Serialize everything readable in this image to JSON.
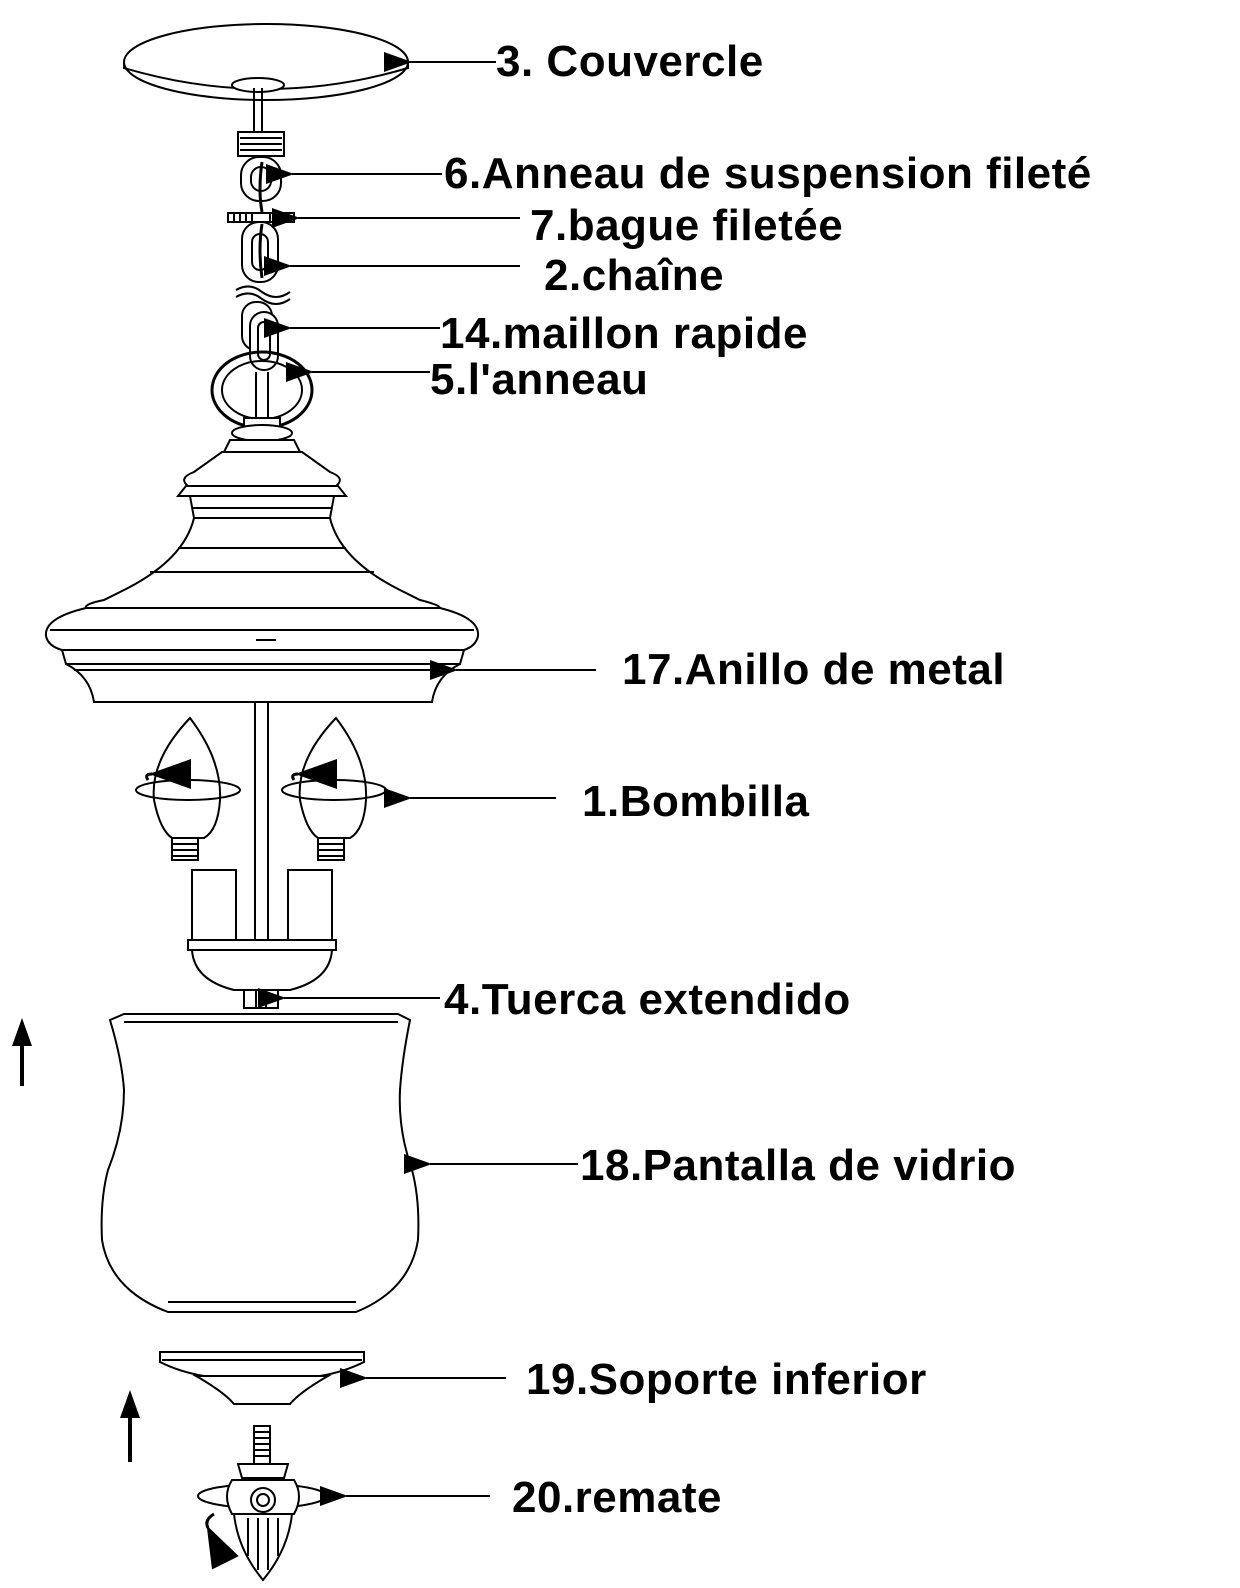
{
  "parts": [
    {
      "id": "couvercle",
      "label": "3. Couvercle"
    },
    {
      "id": "anneau-suspension",
      "label": "6.Anneau de suspension fileté"
    },
    {
      "id": "bague",
      "label": "7.bague filetée"
    },
    {
      "id": "chaine",
      "label": "2.chaîne"
    },
    {
      "id": "maillon",
      "label": "14.maillon rapide"
    },
    {
      "id": "anneau",
      "label": "5.l'anneau"
    },
    {
      "id": "anillo",
      "label": "17.Anillo de metal"
    },
    {
      "id": "bombilla",
      "label": "1.Bombilla"
    },
    {
      "id": "tuerca",
      "label": "4.Tuerca extendido"
    },
    {
      "id": "pantalla",
      "label": "18.Pantalla de vidrio"
    },
    {
      "id": "soporte",
      "label": "19.Soporte inferior"
    },
    {
      "id": "remate",
      "label": "20.remate"
    }
  ]
}
